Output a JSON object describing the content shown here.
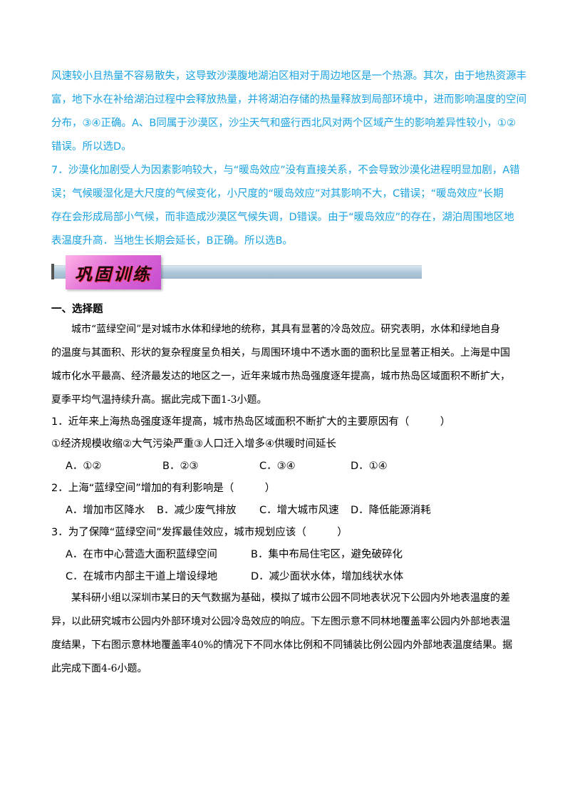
{
  "answer_lines": [
    "风速较小且热量不容易散失，这导致沙漠腹地湖泊区相对于周边地区是一个热源。其次，由于地热资源丰",
    "富，地下水在补给湖泊过程中会释放热量，并将湖泊存储的热量释放到局部环境中，进而影响温度的空间",
    "分布，③④正确。A、B同属于沙漠区，沙尘天气和盛行西北风对两个区域产生的影响差异性较小，①②",
    "错误。所以选D。",
    "7．沙漠化加剧受人为因素影响较大，与“暖岛效应”没有直接关系，不会导致沙漠化进程明显加剧，A错",
    "误；气候暖湿化是大尺度的气候变化，小尺度的“暖岛效应”对其影响不大，C错误；“暖岛效应”长期",
    "存在会形成局部小气候，而非造成沙漠区气候失调，D错误。由于“暖岛效应”的存在，湖泊周围地区地",
    "表温度升高．当地生长期会延长，B正确。所以选B。"
  ],
  "banner": {
    "title": "巩固训练"
  },
  "section_heading": "一、选择题",
  "passage1_lines": [
    "城市“蓝绿空间”是对城市水体和绿地的统称，其具有显著的冷岛效应。研究表明，水体和绿地自身",
    "的温度与其面积、形状的复杂程度呈负相关，与周围环境中不透水面的面积比呈显著正相关。上海是中国",
    "城市化水平最高、经济最发达的地区之一，近年来城市热岛强度逐年提高，城市热岛区域面积不断扩大，",
    "夏季平均气温持续升高。据此完成下面1-3小题。"
  ],
  "q1": {
    "stem": "1．近年来上海热岛强度逐年提高，城市热岛区域面积不断扩大的主要原因有（　　　）",
    "items": "①经济规模收缩②大气污染严重③人口迁入增多④供暖时间延长",
    "options": [
      "A．①②",
      "B．②③",
      "C．③④",
      "D．①④"
    ]
  },
  "q2": {
    "stem": "2．上海“蓝绿空间”增加的有利影响是（　　　）",
    "options": [
      "A．增加市区降水",
      "B．减少废气排放",
      "C．增大城市风速",
      "D．降低能源消耗"
    ]
  },
  "q3": {
    "stem": "3．为了保障“蓝绿空间”发挥最佳效应，城市规划应该（　　　）",
    "options": [
      "A．在市中心营造大面积蓝绿空间",
      "B．集中布局住宅区，避免破碎化",
      "C．在城市内部主干道上增设绿地",
      "D．减少面状水体，增加线状水体"
    ]
  },
  "passage2_lines": [
    "某科研小组以深圳市某日的天气数据为基础，模拟了城市公园不同地表状况下公园内外地表温度的差",
    "异，以此研究城市公园内外部环境对公园冷岛效应的响应。下左图示意不同林地覆盖率公园内外部地表温",
    "度结果，下右图示意林地覆盖率40%的情况下不同水体比例和不同铺装比例公园内外部地表温度结果。据",
    "此完成下面4-6小题。"
  ]
}
